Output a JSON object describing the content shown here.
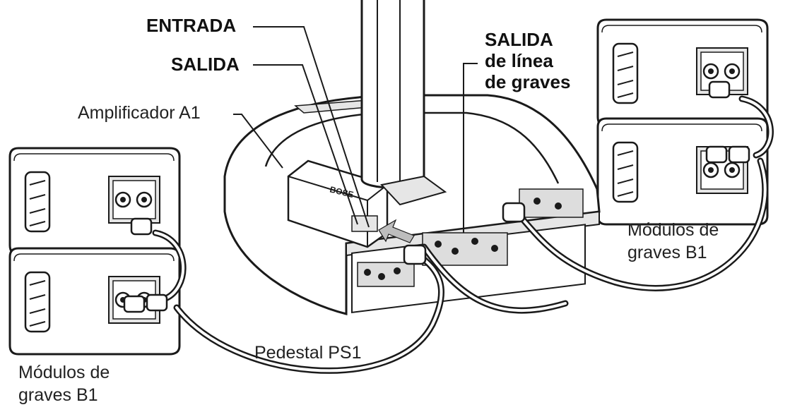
{
  "labels": {
    "entrada": "ENTRADA",
    "salida": "SALIDA",
    "salida_graves_1": "SALIDA",
    "salida_graves_2": "de línea",
    "salida_graves_3": "de graves",
    "amplificador": "Amplificador A1",
    "pedestal": "Pedestal PS1",
    "modulos_right_1": "Módulos de",
    "modulos_right_2": "graves B1",
    "modulos_left_1": "Módulos de",
    "modulos_left_2": "graves B1"
  },
  "brand_text": "BOSE",
  "colors": {
    "line": "#1a1a1a",
    "body_fill": "#ffffff",
    "shade": "#e6e6e6",
    "arrow": "#bdbdbd"
  }
}
